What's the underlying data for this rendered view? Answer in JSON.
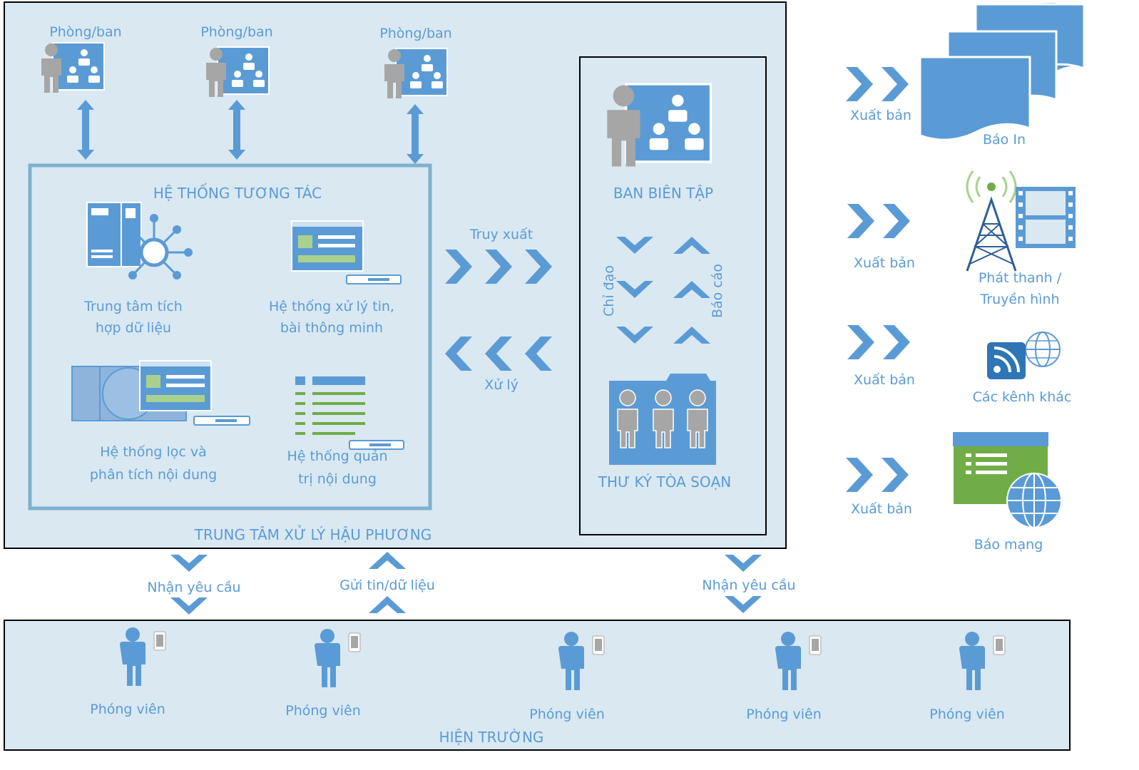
{
  "hub": {
    "title": "TRUNG TÂM XỬ LÝ HẬU PHƯƠNG",
    "departments": [
      "Phòng/ban",
      "Phòng/ban",
      "Phòng/ban"
    ],
    "interactive_system": {
      "title": "HỆ THỐNG TƯƠNG TÁC",
      "components": [
        {
          "line1": "Trung tâm tích",
          "line2": "hợp dữ liệu",
          "icon": "data-center-icon"
        },
        {
          "line1": "Hệ thống xử lý tin,",
          "line2": "bài thông minh",
          "icon": "smart-news-processing-icon"
        },
        {
          "line1": "Hệ thống lọc và",
          "line2": "phân tích nội dung",
          "icon": "content-filter-analysis-icon"
        },
        {
          "line1": "Hệ thống quản",
          "line2": "trị nội dung",
          "icon": "content-management-icon"
        }
      ]
    },
    "flow": {
      "retrieve": "Truy xuất",
      "process": "Xử lý"
    },
    "editorial": {
      "board": "BAN BIÊN TẬP",
      "direct": "Chỉ đạo",
      "report": "Báo cáo",
      "secretary": "THƯ KÝ TÒA SOẠN"
    }
  },
  "outputs": [
    {
      "action": "Xuất bản",
      "channel": "Báo In",
      "icon": "print-newspaper-icon"
    },
    {
      "action": "Xuất bản",
      "channel_line1": "Phát thanh /",
      "channel_line2": "Truyền hình",
      "icon": "broadcast-tower-icon"
    },
    {
      "action": "Xuất bản",
      "channel": "Các kênh khác",
      "icon": "rss-globe-icon"
    },
    {
      "action": "Xuất bản",
      "channel": "Báo mạng",
      "icon": "web-newspaper-icon"
    }
  ],
  "links": {
    "receive_left": "Nhận yêu cầu",
    "send": "Gửi tin/dữ liệu",
    "receive_right": "Nhận yêu cầu"
  },
  "field": {
    "title": "HIỆN TRƯỜNG",
    "reporters": [
      "Phóng viên",
      "Phóng viên",
      "Phóng viên",
      "Phóng viên",
      "Phóng viên"
    ]
  },
  "colors": {
    "primary": "#5b9bd5",
    "panel": "#dae8f2",
    "person": "#a6a6a6",
    "green": "#70ad47",
    "border": "#000000",
    "inner_border": "#7eb1cf"
  }
}
